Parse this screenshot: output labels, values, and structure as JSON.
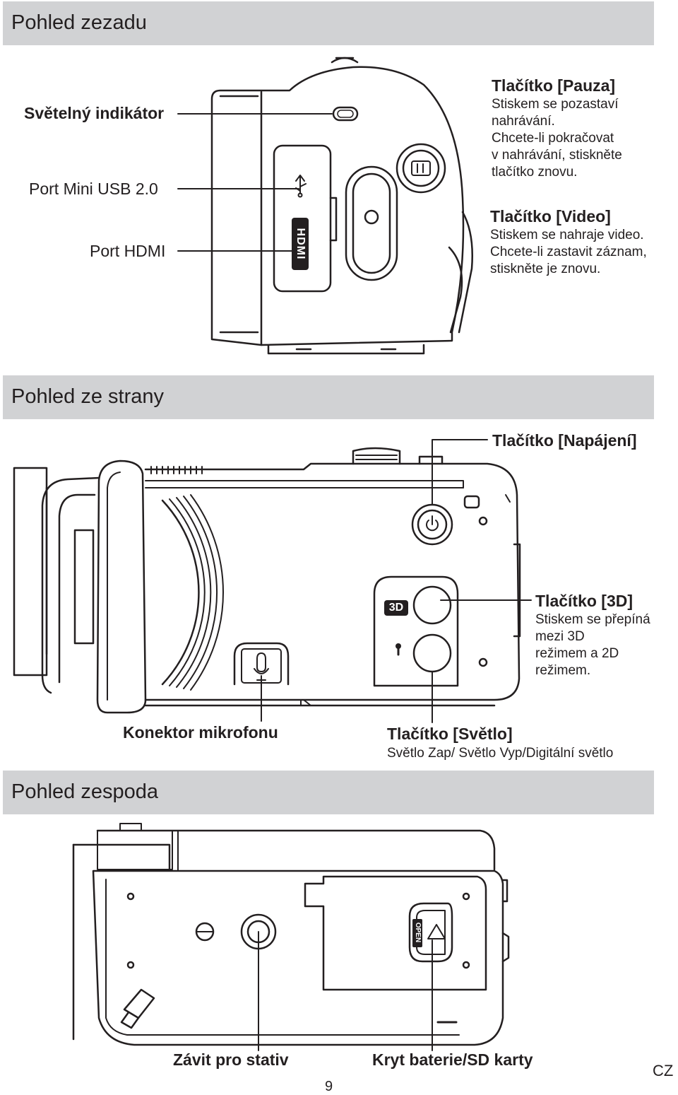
{
  "sections": {
    "rear": "Pohled zezadu",
    "side": "Pohled ze strany",
    "bottom": "Pohled zespoda"
  },
  "rear_labels": {
    "light_indicator": "Světelný indikátor",
    "mini_usb": "Port Mini USB 2.0",
    "hdmi_port": "Port HDMI",
    "pause_title": "Tlačítko [Pauza]",
    "pause_desc": [
      "Stiskem se pozastaví",
      "nahrávání.",
      "Chcete-li pokračovat",
      "v nahrávání, stiskněte",
      "tlačítko znovu."
    ],
    "video_title": "Tlačítko [Video]",
    "video_desc": [
      "Stiskem se nahraje video.",
      "Chcete-li zastavit záznam,",
      "stiskněte je znovu."
    ],
    "hdmi_logo": "HDMI"
  },
  "side_labels": {
    "power_title": "Tlačítko [Napájení]",
    "btn3d_title": "Tlačítko [3D]",
    "btn3d_desc": [
      "Stiskem se přepíná",
      "mezi 3D",
      "režimem a 2D",
      "režimem."
    ],
    "mic_connector": "Konektor mikrofonu",
    "light_title": "Tlačítko [Světlo]",
    "light_desc": "Světlo Zap/ Světlo Vyp/Digitální světlo",
    "logo_3d": "3D"
  },
  "bottom_labels": {
    "tripod": "Závit pro stativ",
    "battery_cover": "Kryt baterie/SD karty",
    "open_label": "OPEN"
  },
  "footer": {
    "page_number": "9",
    "language": "CZ"
  }
}
